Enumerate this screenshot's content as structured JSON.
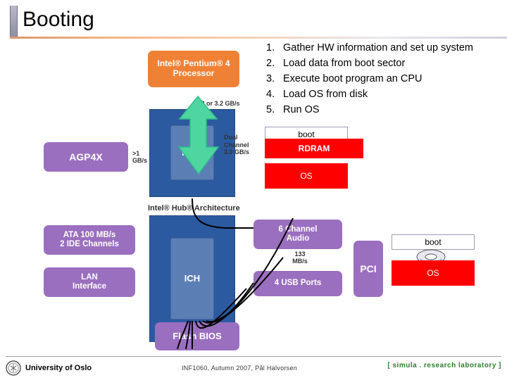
{
  "slide": {
    "title": "Booting"
  },
  "steps": [
    {
      "num": "1.",
      "text": "Gather HW information and set up system"
    },
    {
      "num": "2.",
      "text": "Load data from boot sector"
    },
    {
      "num": "3.",
      "text": "Execute boot program an CPU"
    },
    {
      "num": "4.",
      "text": "Load OS from disk"
    },
    {
      "num": "5.",
      "text": "Run OS"
    }
  ],
  "callouts": {
    "boot_memory": "boot",
    "rdram": "RDRAM",
    "os_memory": "OS",
    "boot_disk": "boot",
    "os_disk": "OS"
  },
  "diagram": {
    "cpu": "Intel® Pentium® 4\nProcessor",
    "fsb_label": "4.2 or 3.2 GB/s",
    "agp": "AGP4X",
    "agp_rate": ">1\nGB/s",
    "mch": "MCH",
    "dual_channel": "Dual\nChannel\n3.0 GB/s",
    "hub_arch": "Intel® Hub® Architecture",
    "ata": "ATA 100 MB/s\n2 IDE Channels",
    "lan": "LAN\nInterface",
    "ich": "ICH",
    "audio": "6 Channel\nAudio",
    "usb": "4 USB Ports",
    "pci": "PCI",
    "pci_rate": "133\nMB/s",
    "flash_bios": "Flash BIOS"
  },
  "footer": {
    "university": "University of Oslo",
    "course": "INF1060,  Autumn 2007,  Pål Halvorsen",
    "simula": "[ simula . research laboratory ]"
  },
  "colors": {
    "red": "#ff0000",
    "blue": "#2c5aa0",
    "purple": "#9b6fbf",
    "orange": "#ef8136",
    "green_arrow": "#4fd6a0",
    "title_accent": "#f4b183"
  }
}
